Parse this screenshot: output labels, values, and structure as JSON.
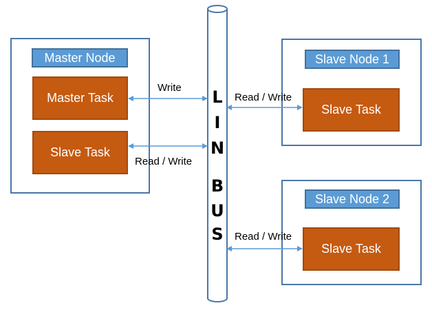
{
  "master_node": {
    "title": "Master Node",
    "master_task": "Master Task",
    "slave_task": "Slave Task"
  },
  "slave_node_1": {
    "title": "Slave Node 1",
    "slave_task": "Slave Task"
  },
  "slave_node_2": {
    "title": "Slave Node 2",
    "slave_task": "Slave Task"
  },
  "bus": {
    "letters": [
      "L",
      "I",
      "N",
      "B",
      "U",
      "S"
    ]
  },
  "connections": {
    "master_task_label": "Write",
    "master_slave_task_label": "Read / Write",
    "slave_node_1_label": "Read / Write",
    "slave_node_2_label": "Read / Write"
  },
  "colors": {
    "title_fill": "#5b9bd5",
    "task_fill": "#c55a11",
    "frame_border": "#4a76a8",
    "arrow": "#5b9bd5"
  }
}
